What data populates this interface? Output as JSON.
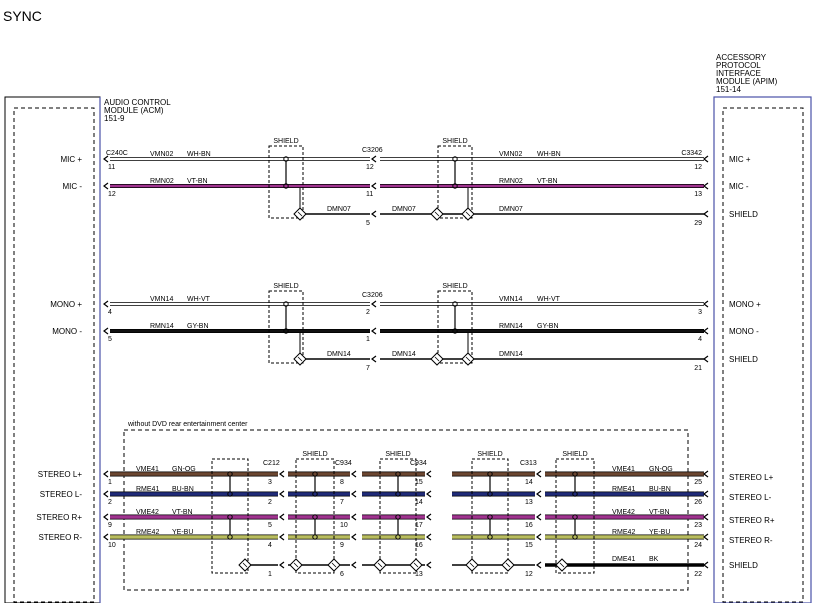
{
  "title": "SYNC",
  "left_module": {
    "lines": [
      "AUDIO CONTROL",
      "MODULE (ACM)",
      "151-9"
    ],
    "pins": [
      "MIC +",
      "MIC -",
      "MONO +",
      "MONO -",
      "STEREO L+",
      "STEREO L-",
      "STEREO R+",
      "STEREO R-"
    ]
  },
  "right_module": {
    "lines": [
      "ACCESSORY",
      "PROTOCOL",
      "INTERFACE",
      "MODULE (APIM)",
      "151-14"
    ],
    "pins": [
      "MIC +",
      "MIC -",
      "SHIELD",
      "MONO +",
      "MONO -",
      "SHIELD",
      "STEREO L+",
      "STEREO L-",
      "STEREO R+",
      "STEREO R-",
      "SHIELD"
    ]
  },
  "shield_label": "SHIELD",
  "dvd_note": "without DVD rear entertainment center",
  "colors": {
    "white": "#ffffff",
    "black": "#111111",
    "violet": "#a0338f",
    "navy": "#1f2a78",
    "yellow": "#b9bd5e",
    "brown": "#6b4630",
    "module_border": "#4a52a8"
  },
  "mic": {
    "wires": [
      {
        "left_conn": "C240C",
        "left_pin": "11",
        "left_circuit": "VMN02",
        "left_color": "WH-BN",
        "mid_conn": "C3206",
        "mid_pin": "12",
        "right_circuit": "VMN02",
        "right_color": "WH-BN",
        "right_conn": "C3342",
        "right_pin": "12"
      },
      {
        "left_pin": "12",
        "left_circuit": "RMN02",
        "left_color": "VT-BN",
        "mid_pin": "11",
        "right_circuit": "RMN02",
        "right_color": "VT-BN",
        "right_pin": "13"
      }
    ],
    "drain_circuit": "DMN07",
    "drain_mid_pin": "5",
    "drain_right_pin": "29"
  },
  "mono": {
    "wires": [
      {
        "left_pin": "4",
        "left_circuit": "VMN14",
        "left_color": "WH-VT",
        "mid_conn": "C3206",
        "mid_pin": "2",
        "right_circuit": "VMN14",
        "right_color": "WH-VT",
        "right_pin": "3"
      },
      {
        "left_pin": "5",
        "left_circuit": "RMN14",
        "left_color": "GY-BN",
        "mid_pin": "1",
        "right_circuit": "RMN14",
        "right_color": "GY-BN",
        "right_pin": "4"
      }
    ],
    "drain_circuit": "DMN14",
    "drain_mid_pin": "7",
    "drain_right_pin": "21"
  },
  "stereo": {
    "connectors": [
      "C212",
      "C934",
      "C934",
      "C313"
    ],
    "wires": [
      {
        "left_pin": "1",
        "left_circuit": "VME41",
        "left_color": "GN-OG",
        "pins": [
          "3",
          "8",
          "15",
          "14"
        ],
        "right_circuit": "VME41",
        "right_color": "GN-OG",
        "right_pin": "25"
      },
      {
        "left_pin": "2",
        "left_circuit": "RME41",
        "left_color": "BU-BN",
        "pins": [
          "2",
          "7",
          "14",
          "13"
        ],
        "right_circuit": "RME41",
        "right_color": "BU-BN",
        "right_pin": "26"
      },
      {
        "left_pin": "9",
        "left_circuit": "VME42",
        "left_color": "VT-BN",
        "pins": [
          "5",
          "10",
          "17",
          "16"
        ],
        "right_circuit": "VME42",
        "right_color": "VT-BN",
        "right_pin": "23"
      },
      {
        "left_pin": "10",
        "left_circuit": "RME42",
        "left_color": "YE-BU",
        "pins": [
          "4",
          "9",
          "16",
          "15"
        ],
        "right_circuit": "RME42",
        "right_color": "YE-BU",
        "right_pin": "24"
      }
    ],
    "drain_pins": [
      "1",
      "6",
      "13",
      "12"
    ],
    "drain_circuit": "DME41",
    "drain_color": "BK",
    "drain_right_pin": "22"
  }
}
